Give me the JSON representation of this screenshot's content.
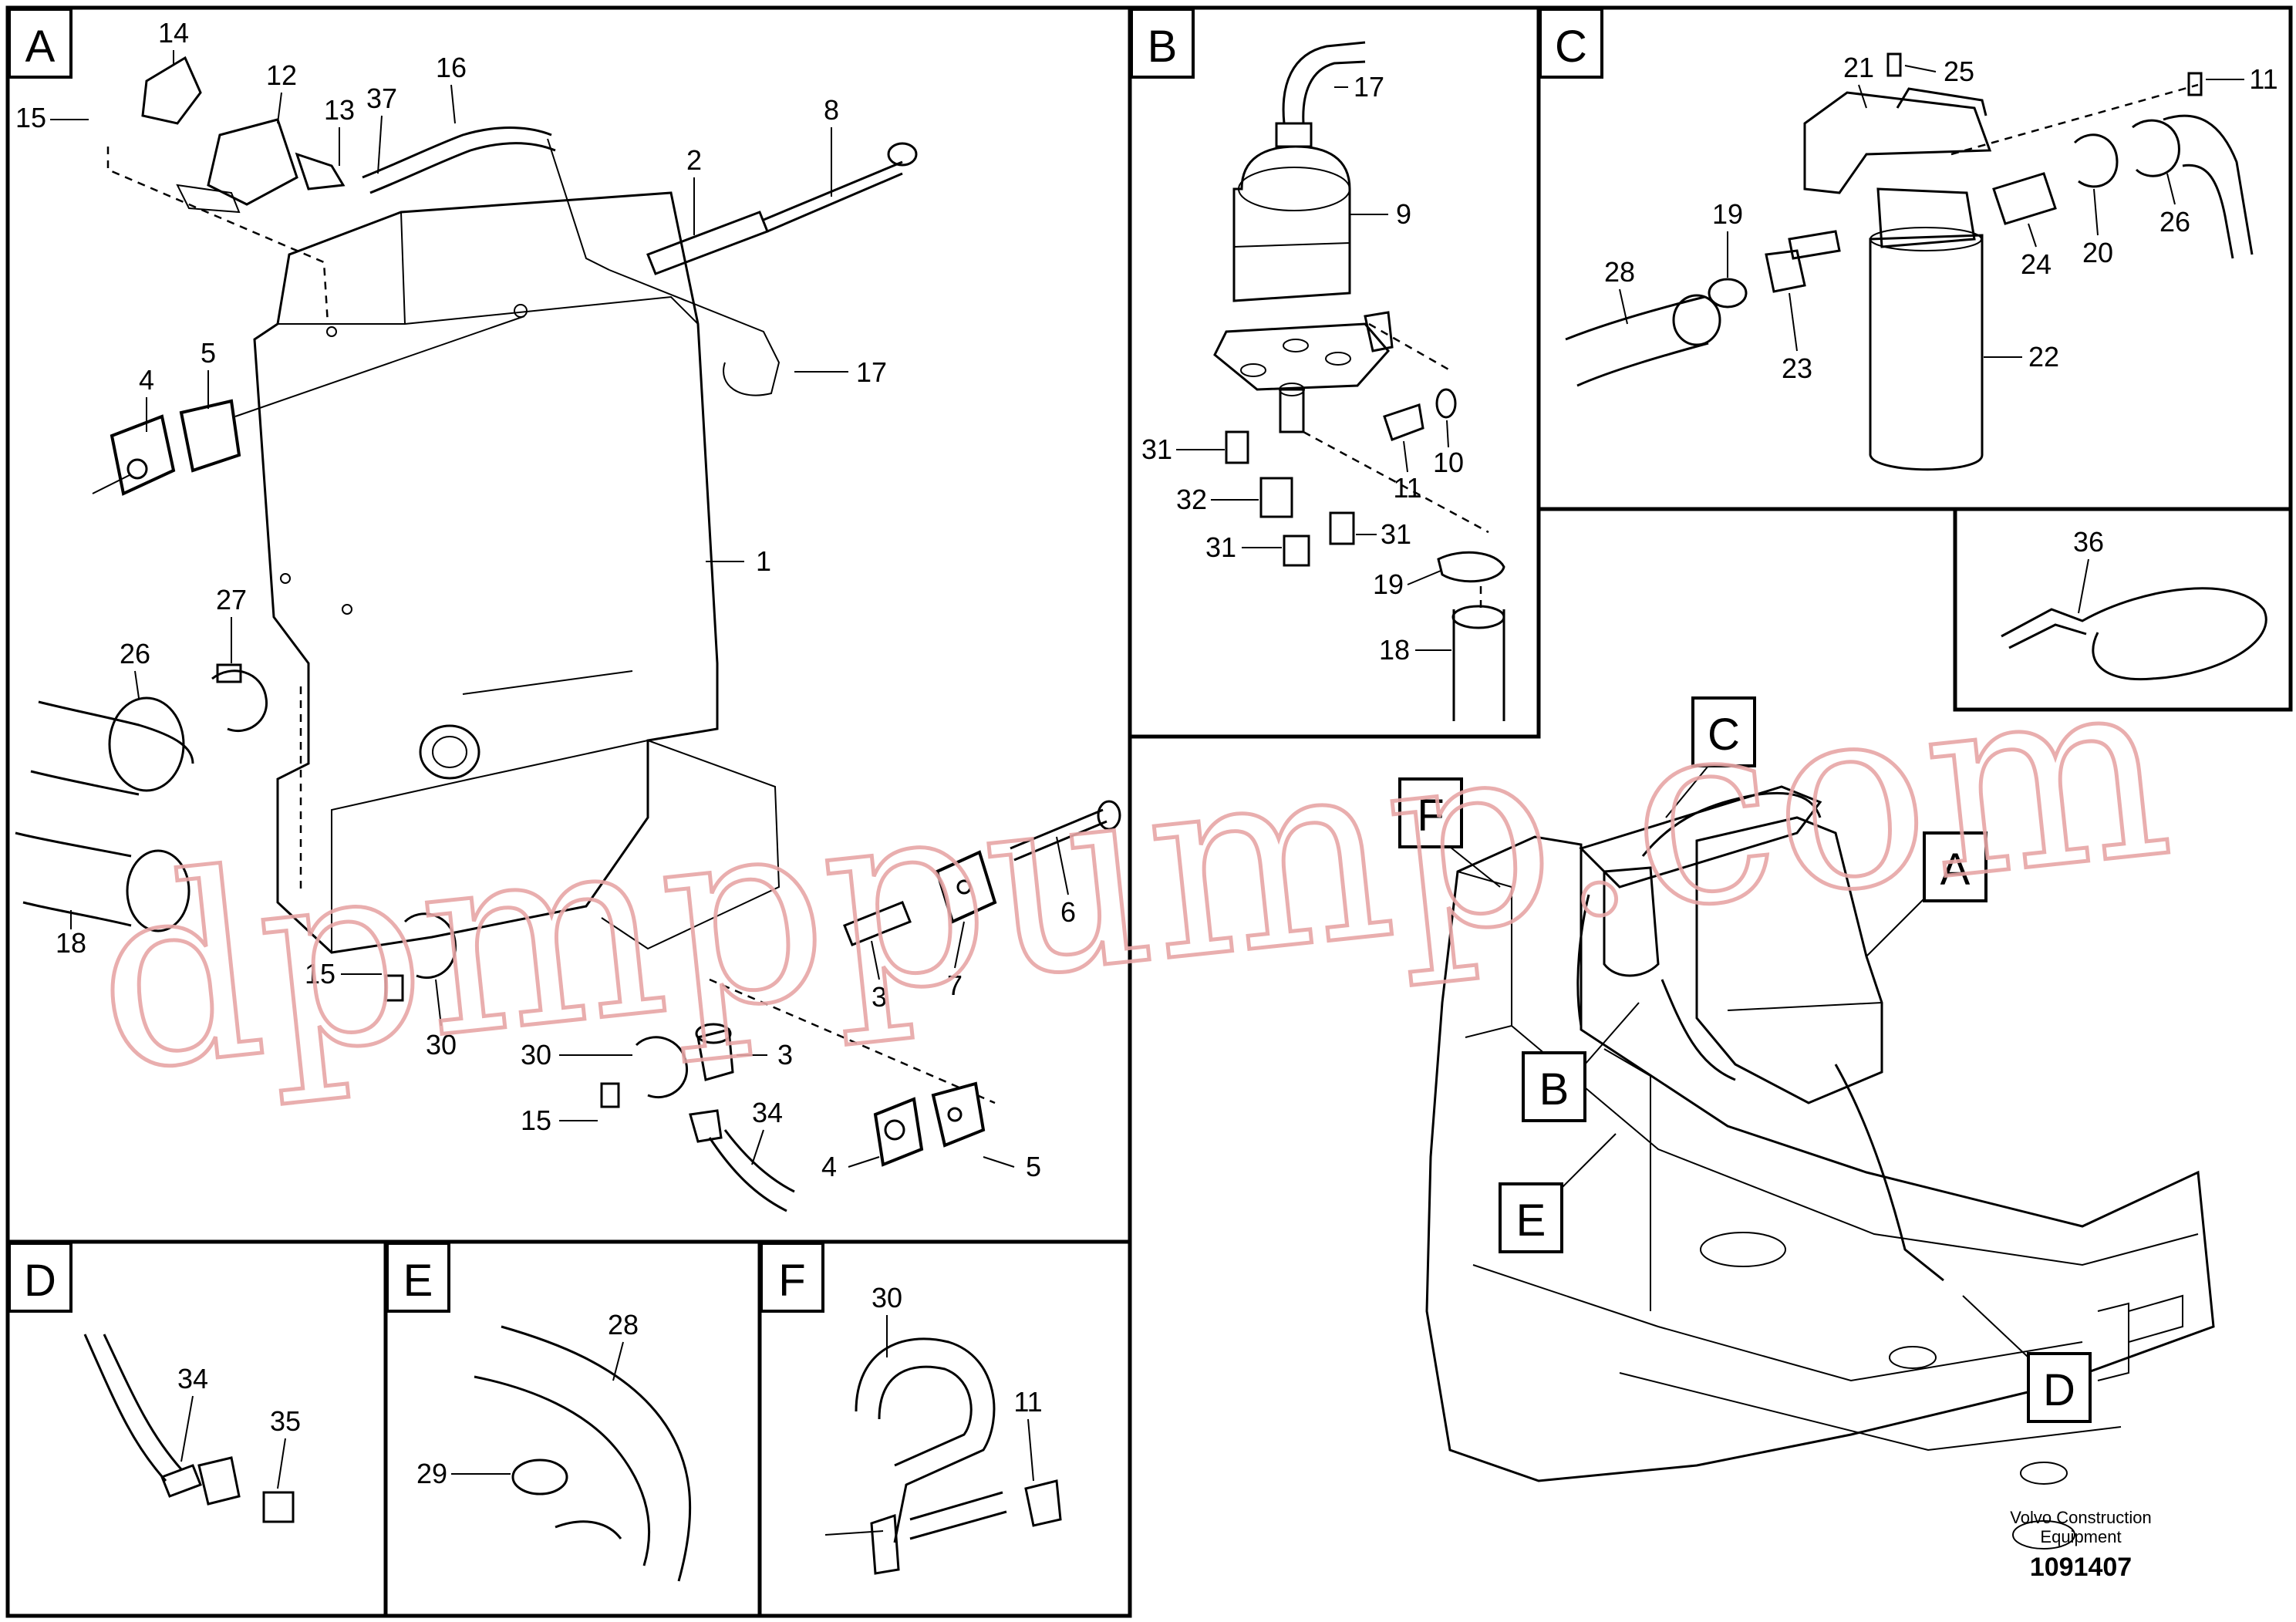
{
  "panels": {
    "A": {
      "tag": "A",
      "callouts": [
        "14",
        "12",
        "13",
        "37",
        "16",
        "8",
        "15",
        "2",
        "17",
        "4",
        "5",
        "1",
        "27",
        "26",
        "18",
        "30",
        "3",
        "6",
        "7",
        "15",
        "30",
        "3",
        "15",
        "34",
        "4",
        "5"
      ]
    },
    "B": {
      "tag": "B",
      "callouts": [
        "17",
        "9",
        "31",
        "32",
        "31",
        "31",
        "11",
        "10",
        "19",
        "18"
      ]
    },
    "C": {
      "tag": "C",
      "callouts": [
        "21",
        "25",
        "11",
        "28",
        "19",
        "24",
        "20",
        "26",
        "23",
        "22"
      ]
    },
    "D": {
      "tag": "D",
      "callouts": [
        "34",
        "35"
      ]
    },
    "E": {
      "tag": "E",
      "callouts": [
        "28",
        "29"
      ]
    },
    "F": {
      "tag": "F",
      "callouts": [
        "30",
        "11"
      ]
    },
    "cable_tie": {
      "callouts": [
        "36"
      ]
    },
    "overview": {
      "tags": [
        "C",
        "F",
        "A",
        "B",
        "E",
        "D"
      ]
    }
  },
  "footer": {
    "company_line1": "Volvo Construction",
    "company_line2": "Equipment",
    "doc_number": "1091407"
  },
  "watermark": "dpmppump.com"
}
